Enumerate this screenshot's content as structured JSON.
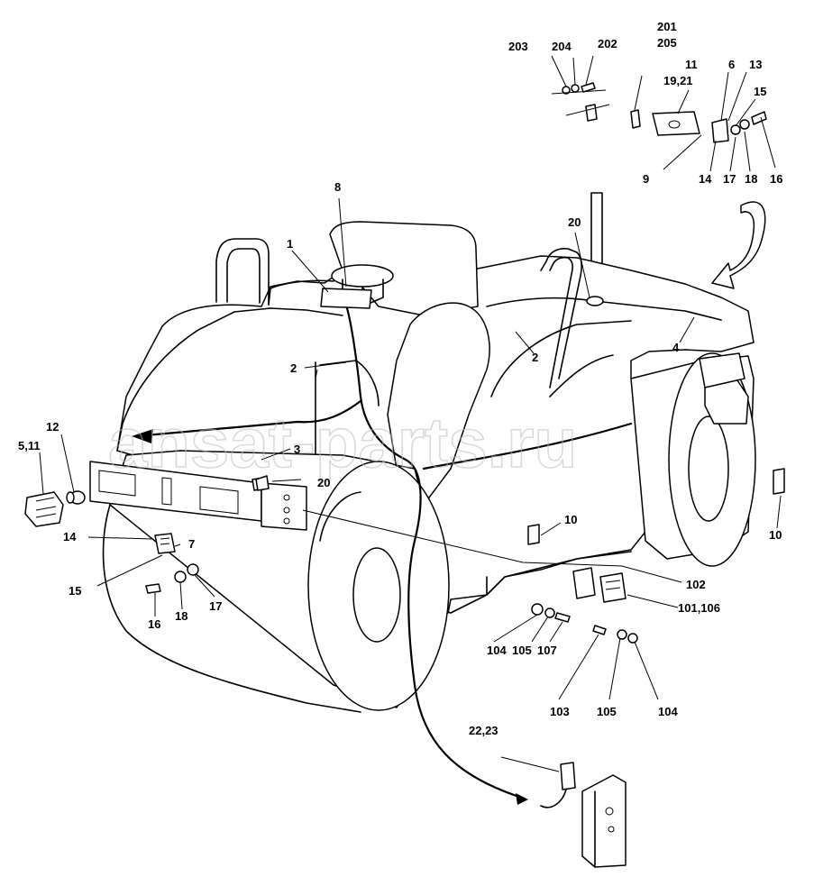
{
  "watermark": "ansat-parts.ru",
  "labels": [
    {
      "id": "l203",
      "text": "203"
    },
    {
      "id": "l204",
      "text": "204"
    },
    {
      "id": "l202",
      "text": "202"
    },
    {
      "id": "l201",
      "text": "201"
    },
    {
      "id": "l205",
      "text": "205"
    },
    {
      "id": "l11a",
      "text": "11"
    },
    {
      "id": "l1921",
      "text": "19,21"
    },
    {
      "id": "l6a",
      "text": "6"
    },
    {
      "id": "l13",
      "text": "13"
    },
    {
      "id": "l15a",
      "text": "15"
    },
    {
      "id": "l9",
      "text": "9"
    },
    {
      "id": "l14a",
      "text": "14"
    },
    {
      "id": "l17a",
      "text": "17"
    },
    {
      "id": "l18a",
      "text": "18"
    },
    {
      "id": "l16a",
      "text": "16"
    },
    {
      "id": "l8",
      "text": "8"
    },
    {
      "id": "l20a",
      "text": "20"
    },
    {
      "id": "l1",
      "text": "1"
    },
    {
      "id": "l2a",
      "text": "2"
    },
    {
      "id": "l2b",
      "text": "2"
    },
    {
      "id": "l4",
      "text": "4"
    },
    {
      "id": "l12",
      "text": "12"
    },
    {
      "id": "l511",
      "text": "5,11"
    },
    {
      "id": "l3",
      "text": "3"
    },
    {
      "id": "l20b",
      "text": "20"
    },
    {
      "id": "l14b",
      "text": "14"
    },
    {
      "id": "l7",
      "text": "7"
    },
    {
      "id": "l15b",
      "text": "15"
    },
    {
      "id": "l16b",
      "text": "16"
    },
    {
      "id": "l18b",
      "text": "18"
    },
    {
      "id": "l17b",
      "text": "17"
    },
    {
      "id": "l10a",
      "text": "10"
    },
    {
      "id": "l10b",
      "text": "10"
    },
    {
      "id": "l102",
      "text": "102"
    },
    {
      "id": "l101",
      "text": "101,106"
    },
    {
      "id": "l104a",
      "text": "104"
    },
    {
      "id": "l105a",
      "text": "105"
    },
    {
      "id": "l107",
      "text": "107"
    },
    {
      "id": "l103",
      "text": "103"
    },
    {
      "id": "l105b",
      "text": "105"
    },
    {
      "id": "l104b",
      "text": "104"
    },
    {
      "id": "l2223",
      "text": "22,23"
    }
  ]
}
